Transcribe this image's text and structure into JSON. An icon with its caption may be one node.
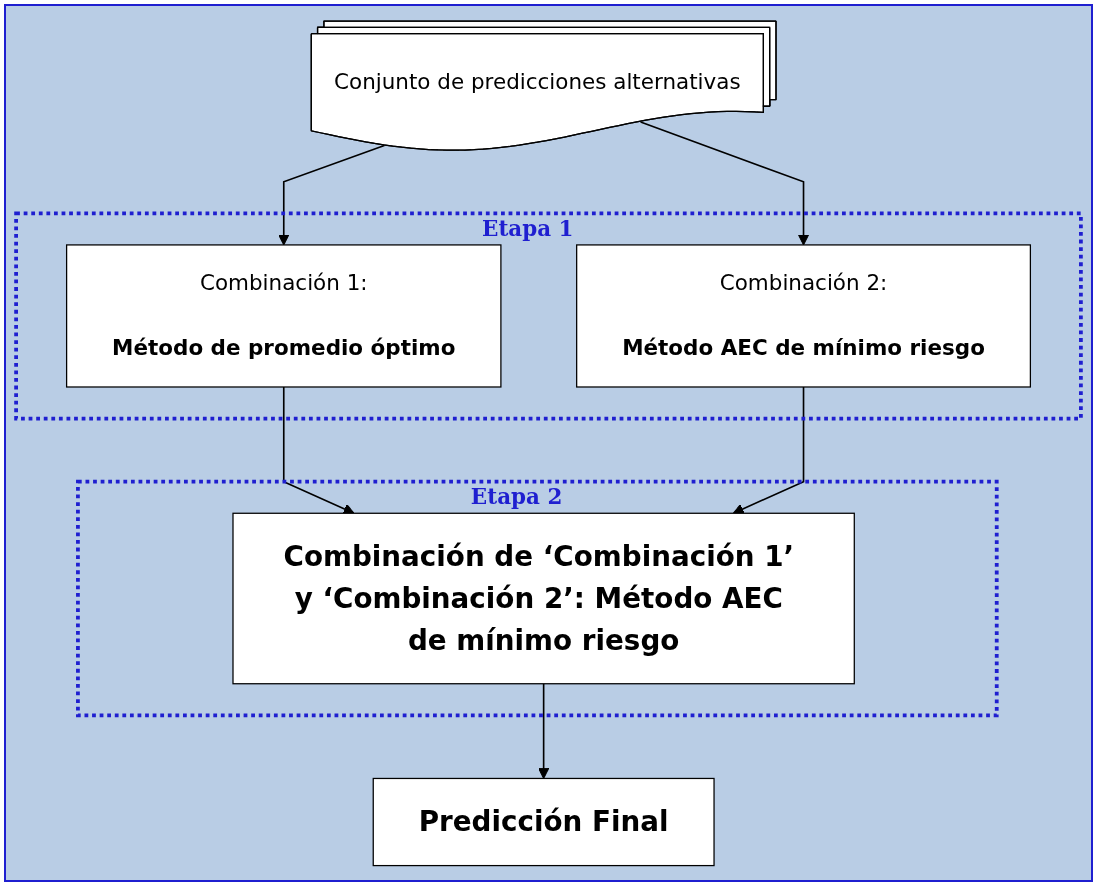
{
  "diagram": {
    "nodes": [
      {
        "text": [
          "Conjunto de predicciones alternativas"
        ]
      },
      {
        "text": [
          "Etapa 1"
        ]
      },
      {
        "text": [
          "Combinación 1:",
          "Método de promedio óptimo"
        ],
        "in": 1
      },
      {
        "text": [
          "Combinación 2:",
          "Método AEC de mínimo riesgo"
        ],
        "in": 1
      },
      {
        "text": [
          "Etapa 2"
        ]
      },
      {
        "text": [
          "Combinación de ‘Combinación 1’ y ‘Combinación 2’: Método AEC de mínimo riesgo"
        ],
        "in": 4
      },
      {
        "text": [
          "Predicción Final"
        ]
      }
    ],
    "edges": [
      {
        "from": 0,
        "to": 2,
        "arrow": "to"
      },
      {
        "from": 0,
        "to": 3,
        "arrow": "to"
      },
      {
        "from": 2,
        "to": 5,
        "arrow": "to"
      },
      {
        "from": 3,
        "to": 5,
        "arrow": "to"
      },
      {
        "from": 5,
        "to": 6,
        "arrow": "to"
      }
    ]
  }
}
